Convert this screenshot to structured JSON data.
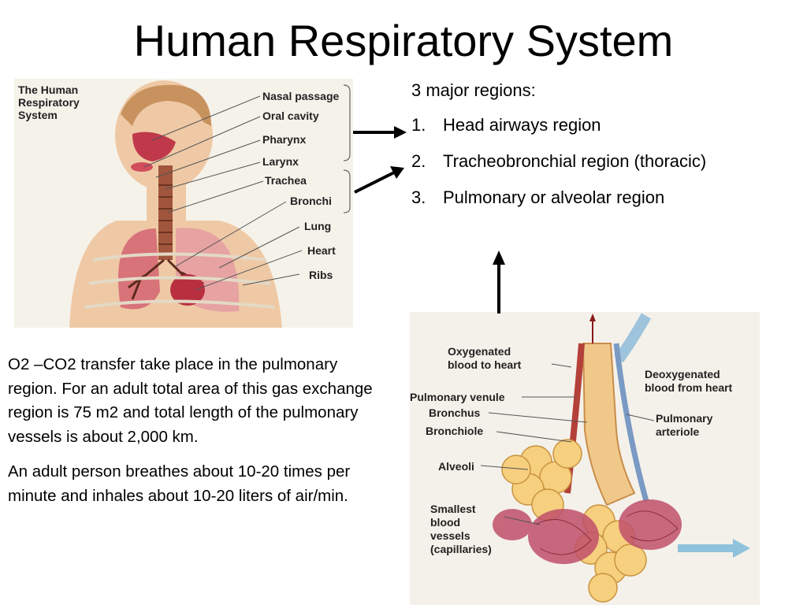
{
  "title": "Human Respiratory System",
  "regions": {
    "heading": "3 major regions:",
    "items": [
      {
        "num": "1.",
        "text": "Head airways region"
      },
      {
        "num": "2.",
        "text": "Tracheobronchial region (thoracic)"
      },
      {
        "num": "3.",
        "text": "Pulmonary or alveolar region"
      }
    ]
  },
  "body": {
    "paragraph1": "O2 –CO2 transfer take place in the pulmonary region. For an adult total area of this gas exchange region is 75 m2 and total length of the pulmonary vessels is about 2,000 km.",
    "paragraph2": "An adult person breathes about 10-20 times per minute and inhales about 10-20 liters of air/min."
  },
  "anatomy_figure": {
    "caption_line1": "The Human",
    "caption_line2": "Respiratory",
    "caption_line3": "System",
    "labels": [
      "Nasal passage",
      "Oral cavity",
      "Pharynx",
      "Larynx",
      "Trachea",
      "Bronchi",
      "Lung",
      "Heart",
      "Ribs"
    ]
  },
  "alveoli_figure": {
    "oxygenated_1": "Oxygenated",
    "oxygenated_2": "blood to heart",
    "deoxygenated_1": "Deoxygenated",
    "deoxygenated_2": "blood from heart",
    "pulmonary_venule": "Pulmonary venule",
    "bronchus": "Bronchus",
    "bronchiole": "Bronchiole",
    "pulmonary_arteriole_1": "Pulmonary",
    "pulmonary_arteriole_2": "arteriole",
    "alveoli": "Alveoli",
    "smallest_1": "Smallest",
    "smallest_2": "blood",
    "smallest_3": "vessels",
    "smallest_4": "(capillaries)"
  }
}
